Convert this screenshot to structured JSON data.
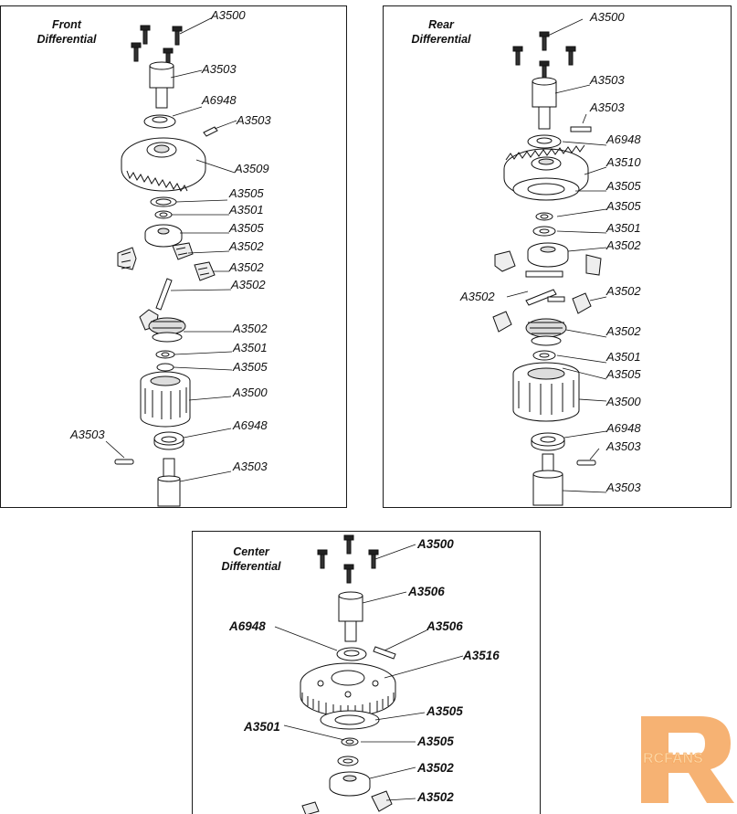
{
  "front": {
    "title_line1": "Front",
    "title_line2": "Differential",
    "labels": [
      "A3500",
      "A3503",
      "A6948",
      "A3503",
      "A3509",
      "A3505",
      "A3501",
      "A3505",
      "A3502",
      "A3502",
      "A3502",
      "A3502",
      "A3501",
      "A3505",
      "A3500",
      "A6948",
      "A3503",
      "A3503"
    ]
  },
  "rear": {
    "title_line1": "Rear",
    "title_line2": "Differential",
    "labels": [
      "A3500",
      "A3503",
      "A3503",
      "A6948",
      "A3510",
      "A3505",
      "A3505",
      "A3501",
      "A3502",
      "A3502",
      "A3502",
      "A3502",
      "A3501",
      "A3505",
      "A3500",
      "A6948",
      "A3503",
      "A3503"
    ]
  },
  "center": {
    "title_line1": "Center",
    "title_line2": "Differential",
    "labels": [
      "A3500",
      "A3506",
      "A6948",
      "A3506",
      "A3516",
      "A3505",
      "A3501",
      "A3505",
      "A3502",
      "A3502"
    ]
  },
  "watermark": {
    "text": "RCFANS",
    "colors": {
      "orange": "#f4a55a",
      "light": "#fbd2a0"
    }
  }
}
